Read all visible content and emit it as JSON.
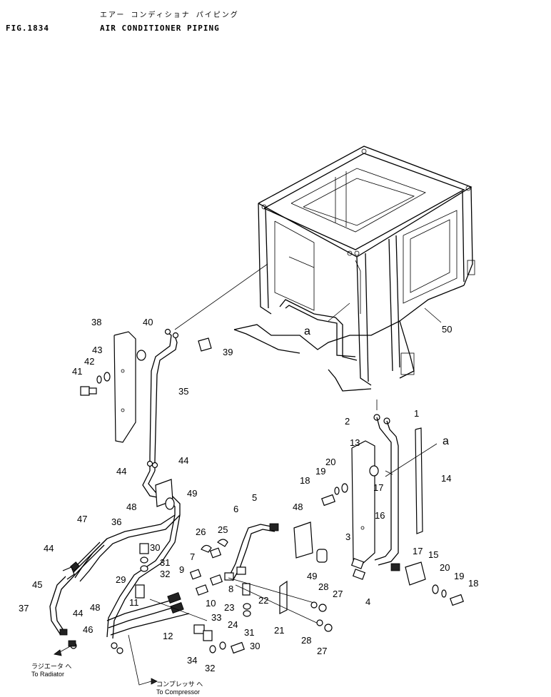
{
  "header": {
    "fig_no": "FIG.1834",
    "title_jp": "エアー コンディショナ パイピング",
    "title_en": "AIR CONDITIONER PIPING"
  },
  "diagram": {
    "callouts": [
      "1",
      "2",
      "3",
      "4",
      "5",
      "6",
      "7",
      "8",
      "9",
      "10",
      "11",
      "12",
      "13",
      "14",
      "15",
      "16",
      "17",
      "17",
      "18",
      "18",
      "19",
      "19",
      "20",
      "20",
      "21",
      "22",
      "23",
      "24",
      "25",
      "26",
      "27",
      "27",
      "28",
      "28",
      "29",
      "30",
      "30",
      "31",
      "31",
      "32",
      "32",
      "33",
      "34",
      "35",
      "36",
      "37",
      "38",
      "39",
      "40",
      "41",
      "42",
      "43",
      "44",
      "44",
      "44",
      "44",
      "45",
      "46",
      "47",
      "48",
      "48",
      "48",
      "49",
      "49",
      "50",
      "a",
      "a"
    ],
    "notes": {
      "radiator_jp": "ラジエータ へ",
      "radiator_en": "To Radiator",
      "compressor_jp": "コンプレッサ へ",
      "compressor_en": "To Compressor"
    }
  }
}
